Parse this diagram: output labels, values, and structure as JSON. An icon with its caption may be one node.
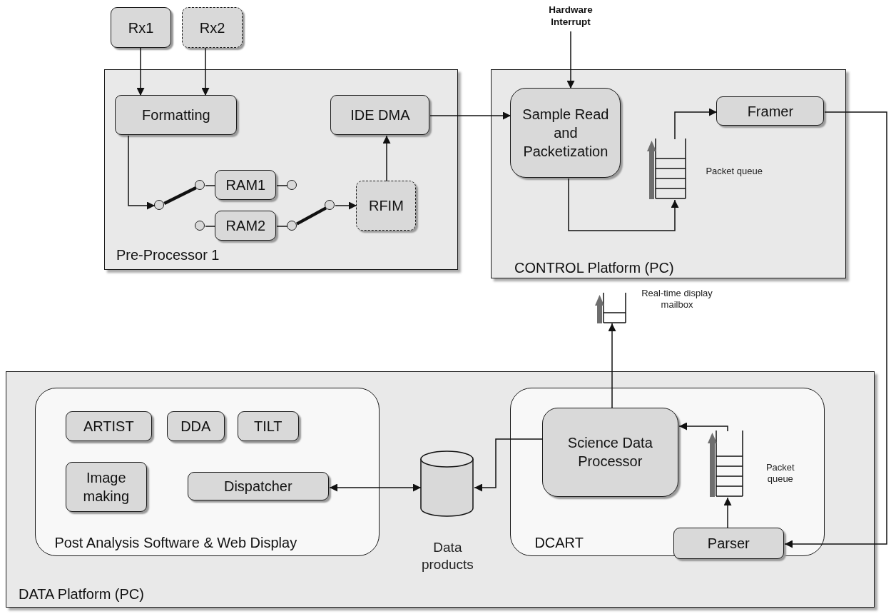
{
  "diagram": {
    "nodes": [
      {
        "text": [
          "Rx1"
        ]
      },
      {
        "text": [
          "Rx2"
        ]
      },
      {
        "text": [
          "Pre-Processor 1"
        ]
      },
      {
        "text": [
          "Formatting"
        ],
        "in": 2
      },
      {
        "text": [
          "IDE DMA"
        ],
        "in": 2
      },
      {
        "text": [
          "RAM1"
        ],
        "in": 2
      },
      {
        "text": [
          "RAM2"
        ],
        "in": 2
      },
      {
        "text": [
          "RFIM"
        ],
        "in": 2
      },
      {
        "text": [],
        "shape": "circle",
        "in": 2
      },
      {
        "text": [],
        "shape": "circle",
        "in": 2
      },
      {
        "text": [],
        "shape": "circle",
        "in": 2
      },
      {
        "text": [],
        "shape": "circle",
        "in": 2
      },
      {
        "text": [],
        "shape": "circle",
        "in": 2
      },
      {
        "text": [],
        "shape": "circle",
        "in": 2
      },
      {
        "text": [
          "Hardware Interrupt"
        ]
      },
      {
        "text": [
          "CONTROL Platform (PC)"
        ]
      },
      {
        "text": [
          "Sample Read and Packetization"
        ],
        "in": 15
      },
      {
        "text": [
          "Framer"
        ],
        "in": 15
      },
      {
        "text": [],
        "shape": "queue",
        "in": 15,
        "beside": [
          "Packet queue"
        ]
      },
      {
        "text": [],
        "shape": "queue",
        "beside": [
          "Real-time display mailbox"
        ]
      },
      {
        "text": [
          "DATA Platform (PC)"
        ]
      },
      {
        "text": [
          "Post Analysis Software & Web Display"
        ],
        "in": 20
      },
      {
        "text": [
          "ARTIST"
        ],
        "in": 21
      },
      {
        "text": [
          "DDA"
        ],
        "in": 21
      },
      {
        "text": [
          "TILT"
        ],
        "in": 21
      },
      {
        "text": [
          "Image making"
        ],
        "in": 21
      },
      {
        "text": [
          "Dispatcher"
        ],
        "in": 21
      },
      {
        "text": [],
        "shape": "cylinder",
        "in": 20,
        "beside": [
          "Data products"
        ]
      },
      {
        "text": [
          "DCART"
        ],
        "in": 20
      },
      {
        "text": [
          "Science Data Processor"
        ],
        "in": 28
      },
      {
        "text": [],
        "shape": "queue",
        "in": 28,
        "beside": [
          "Packet queue"
        ]
      },
      {
        "text": [
          "Parser"
        ],
        "in": 28
      }
    ],
    "edges": [
      {
        "from": 0,
        "to": 3,
        "arrow": "to"
      },
      {
        "from": 1,
        "to": 3,
        "arrow": "to"
      },
      {
        "from": 3,
        "to": 8,
        "arrow": "to"
      },
      {
        "from": 8,
        "to": 9,
        "arrow": "none",
        "style": "thick"
      },
      {
        "from": 9,
        "to": 5,
        "arrow": "none"
      },
      {
        "from": 5,
        "to": 10,
        "arrow": "none"
      },
      {
        "from": 11,
        "to": 6,
        "arrow": "none"
      },
      {
        "from": 6,
        "to": 12,
        "arrow": "none"
      },
      {
        "from": 12,
        "to": 13,
        "arrow": "none",
        "style": "thick"
      },
      {
        "from": 13,
        "to": 7,
        "arrow": "to"
      },
      {
        "from": 7,
        "to": 4,
        "arrow": "to"
      },
      {
        "from": 4,
        "to": 16,
        "arrow": "to"
      },
      {
        "from": 14,
        "to": 16,
        "arrow": "to"
      },
      {
        "from": 16,
        "to": 18,
        "arrow": "to"
      },
      {
        "from": 18,
        "to": 17,
        "arrow": "to"
      },
      {
        "from": 17,
        "to": 31,
        "arrow": "to"
      },
      {
        "from": 31,
        "to": 30,
        "arrow": "to"
      },
      {
        "from": 30,
        "to": 29,
        "arrow": "to"
      },
      {
        "from": 29,
        "to": 19,
        "arrow": "to"
      },
      {
        "from": 29,
        "to": 27,
        "arrow": "to"
      },
      {
        "from": 26,
        "to": 27,
        "arrow": "both"
      }
    ]
  }
}
